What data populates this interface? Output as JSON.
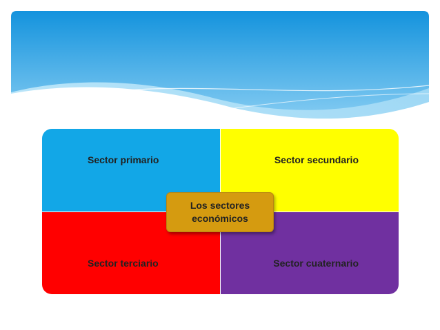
{
  "quadrants": {
    "primario": {
      "label": "Sector primario",
      "color": "#12a7e7"
    },
    "secundario": {
      "label": "Sector secundario",
      "color": "#ffff00"
    },
    "terciario": {
      "label": "Sector terciario",
      "color": "#ff0000"
    },
    "cuaternario": {
      "label": "Sector cuaternario",
      "color": "#7030a0"
    }
  },
  "center": {
    "label": "Los sectores económicos",
    "color": "#d59b10"
  },
  "banner": {
    "color_top": "#1493dd",
    "color_bottom": "#a8dcf6"
  }
}
